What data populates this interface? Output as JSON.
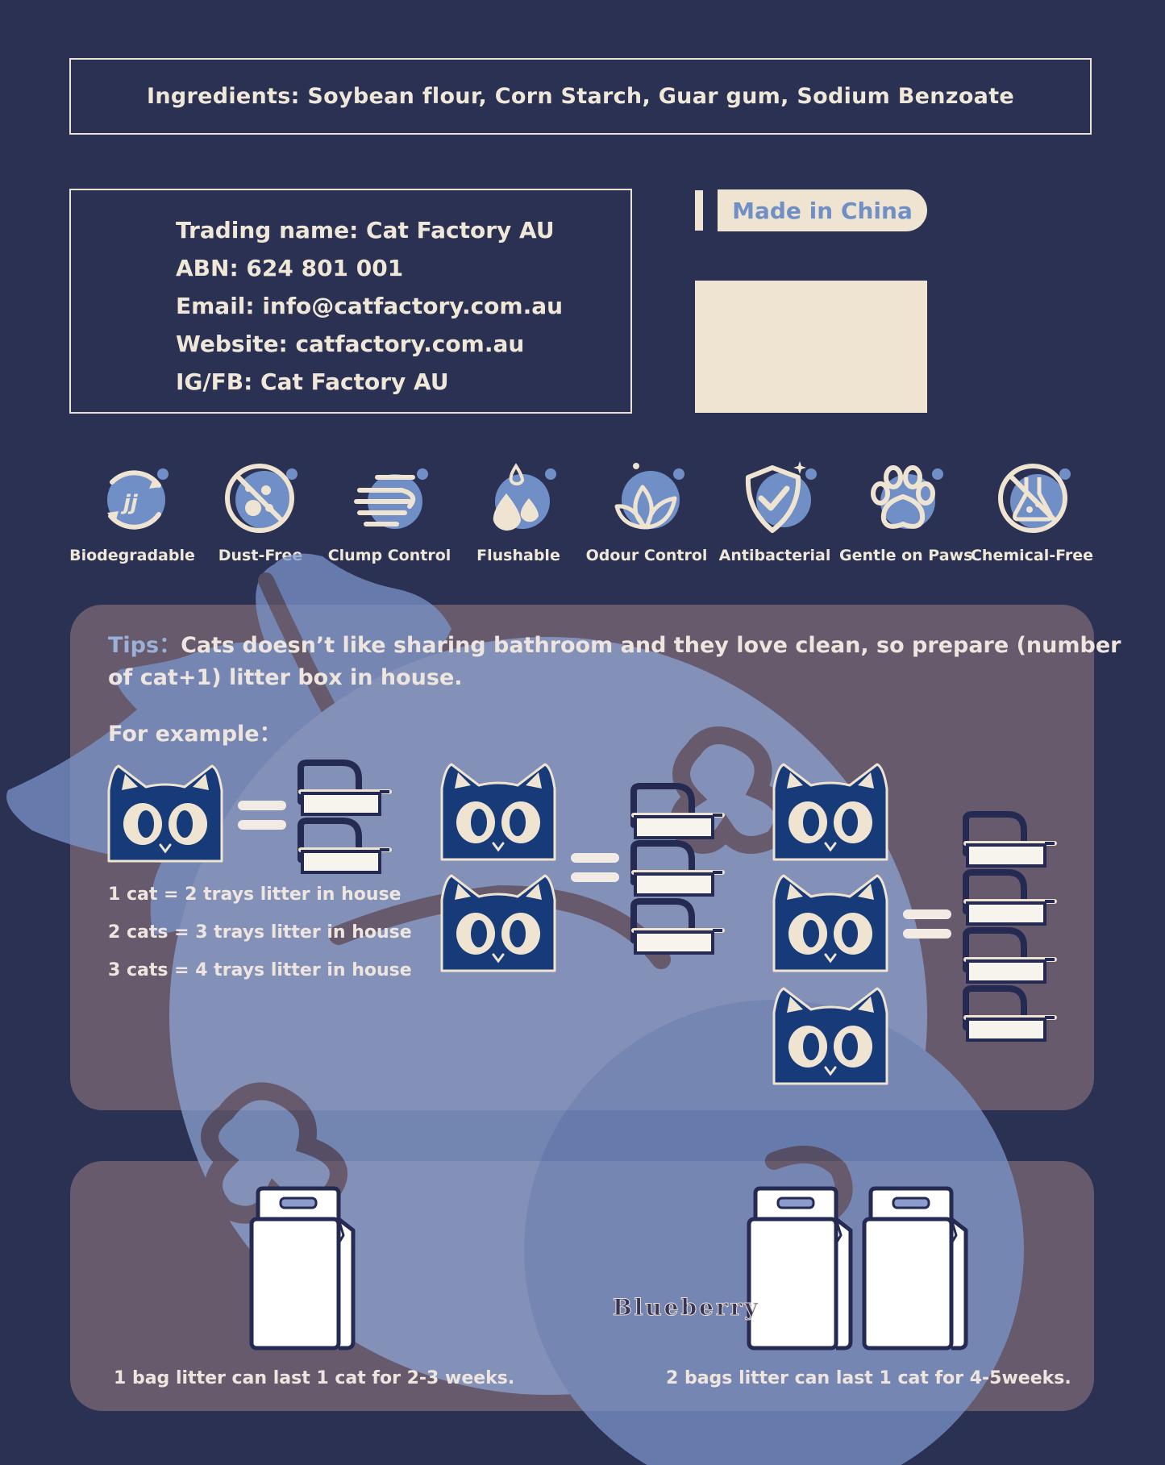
{
  "ingredients": "Ingredients: Soybean flour, Corn Starch, Guar gum, Sodium Benzoate",
  "contact": {
    "trading_name": "Trading name: Cat Factory AU",
    "abn": "ABN: 624 801 001",
    "email": "Email: info@catfactory.com.au",
    "website": "Website: catfactory.com.au",
    "social": "IG/FB: Cat Factory AU"
  },
  "origin": "Made in China",
  "features": [
    {
      "label": "Biodegradable",
      "icon": "recycle-icon"
    },
    {
      "label": "Dust-Free",
      "icon": "no-dust-icon"
    },
    {
      "label": "Clump Control",
      "icon": "clump-hands-icon"
    },
    {
      "label": "Flushable",
      "icon": "water-drops-icon"
    },
    {
      "label": "Odour Control",
      "icon": "leaf-icon"
    },
    {
      "label": "Antibacterial",
      "icon": "shield-check-icon"
    },
    {
      "label": "Gentle on Paws",
      "icon": "paw-icon"
    },
    {
      "label": "Chemical-Free",
      "icon": "no-chemical-icon"
    }
  ],
  "tips": {
    "key": "Tips：",
    "line1": "Cats doesn’t like sharing bathroom and they love clean, so prepare (number",
    "line2": "of cat+1) litter box in house.",
    "example_label": "For example：",
    "examples": [
      "1 cat = 2 trays litter in house",
      "2 cats = 3 trays litter in house",
      "3 cats = 4 trays litter in house"
    ]
  },
  "bags": {
    "caption_one": "1 bag litter can last 1 cat for 2-3 weeks.",
    "caption_two": "2 bags litter can last 1 cat for 4-5weeks.",
    "flavor": "Blueberry"
  },
  "colors": {
    "background": "#2b3152",
    "cream": "#efe4d1",
    "panel": "#675a6d",
    "accent_blue": "#6f8fc6",
    "cat_navy": "#173a79"
  }
}
